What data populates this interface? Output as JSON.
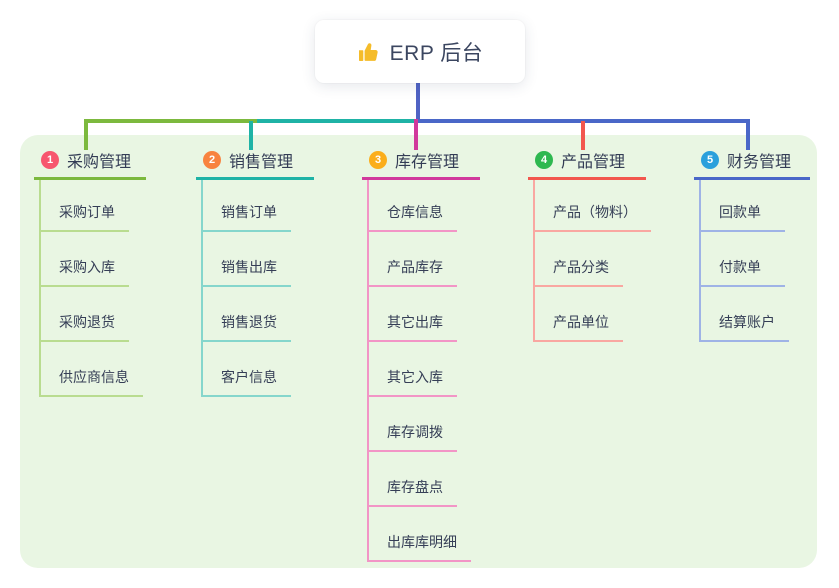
{
  "root": {
    "label": "ERP 后台",
    "icon": "thumbs-up-icon"
  },
  "branches": [
    {
      "index": "1",
      "label": "采购管理",
      "badge_color": "#f7566e",
      "line_color": "#7cb93e",
      "child_line_color": "#b9dc90",
      "children": [
        "采购订单",
        "采购入库",
        "采购退货",
        "供应商信息"
      ]
    },
    {
      "index": "2",
      "label": "销售管理",
      "badge_color": "#f8833f",
      "line_color": "#1fb3a6",
      "child_line_color": "#85d6cc",
      "children": [
        "销售订单",
        "销售出库",
        "销售退货",
        "客户信息"
      ]
    },
    {
      "index": "3",
      "label": "库存管理",
      "badge_color": "#fbae1b",
      "line_color": "#d1399c",
      "child_line_color": "#f295c6",
      "children": [
        "仓库信息",
        "产品库存",
        "其它出库",
        "其它入库",
        "库存调拨",
        "库存盘点",
        "出库库明细"
      ]
    },
    {
      "index": "4",
      "label": "产品管理",
      "badge_color": "#2eb850",
      "line_color": "#f2574e",
      "child_line_color": "#f9a7a1",
      "children": [
        "产品（物料）",
        "产品分类",
        "产品单位"
      ]
    },
    {
      "index": "5",
      "label": "财务管理",
      "badge_color": "#2ba0dc",
      "line_color": "#4a67c8",
      "child_line_color": "#9fb3e6",
      "children": [
        "回款单",
        "付款单",
        "结算账户"
      ]
    }
  ],
  "colors": {
    "stem": "#5063c4",
    "panel_bg": "#e9f6e3",
    "card_bg": "#ffffff",
    "text": "#39425a",
    "icon_gold": "#f5bc2a"
  }
}
